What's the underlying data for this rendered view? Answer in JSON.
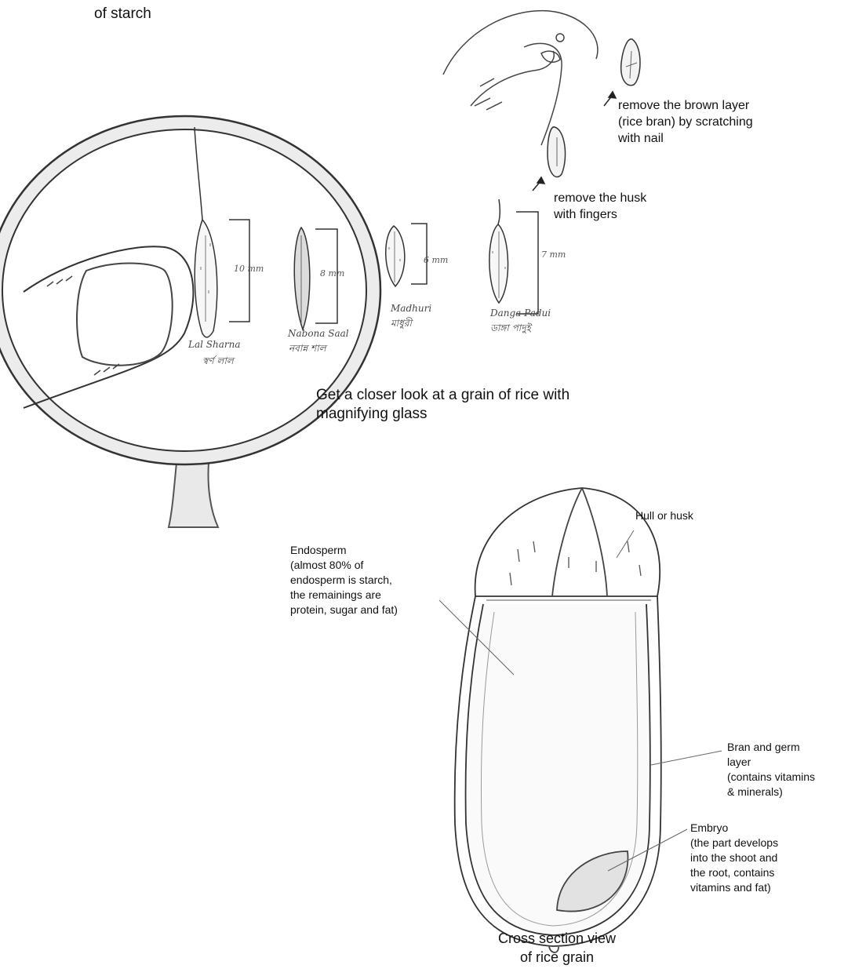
{
  "top_fragment": "of starch",
  "steps": {
    "remove_bran": "remove the brown layer (rice bran) by scratching with nail",
    "remove_bran_lines": [
      "remove the brown layer",
      "(rice bran) by scratching",
      "with nail"
    ],
    "remove_husk_lines": [
      "remove the husk",
      "with fingers"
    ]
  },
  "magnify_caption_lines": [
    "Get a closer look at a grain of rice with",
    "magnifying glass"
  ],
  "varieties": [
    {
      "name": "Lal Sharna",
      "native": "স্বর্ণ লাল",
      "size": "10 mm"
    },
    {
      "name": "Nabona Saal",
      "native": "নবান্ন শাল",
      "size": "8 mm"
    },
    {
      "name": "Madhuri",
      "native": "মাধুরী",
      "size": "6 mm"
    },
    {
      "name": "Danga Padui",
      "native": "ডাঙ্গা পাদুই",
      "size": "7 mm"
    }
  ],
  "labels": {
    "hull": "Hull or husk",
    "endosperm_lines": [
      "Endosperm",
      "(almost 80% of",
      "endosperm is starch,",
      "the remainings are",
      "protein, sugar and fat)"
    ],
    "bran_lines": [
      "Bran and germ",
      "layer",
      "(contains vitamins",
      "& minerals)"
    ],
    "embryo_lines": [
      "Embryo",
      "(the part develops",
      "into the shoot and",
      "the root, contains",
      "vitamins and fat)"
    ]
  },
  "cross_section_caption_lines": [
    "Cross section view",
    "of rice grain"
  ]
}
